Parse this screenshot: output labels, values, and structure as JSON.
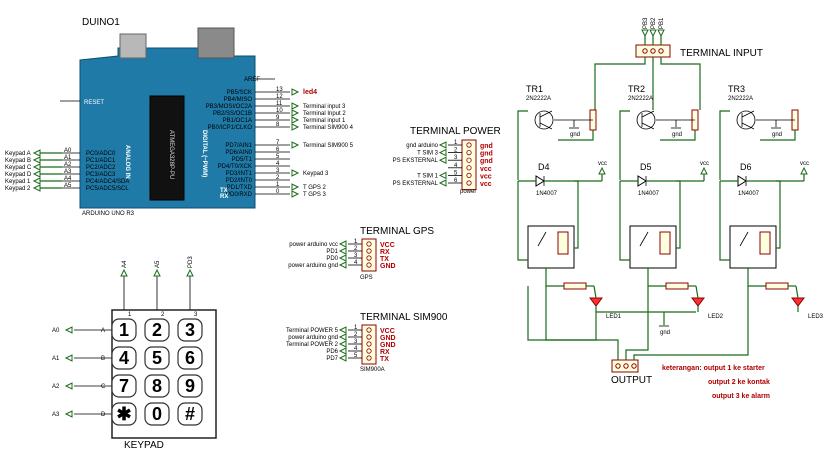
{
  "arduino": {
    "name": "DUINO1",
    "model": "ARDUINO UNO R3",
    "aref": "AREF",
    "reset": "RESET",
    "analog_header": "ANALOG IN",
    "digital_header": "DIGITAL (~PWM)",
    "chip_label": "ATMEGA328P-PU",
    "analog_pins": [
      "PC0/ADC0",
      "PC1/ADC1",
      "PC2/ADC2",
      "PC3/ADC3",
      "PC4/ADC4/SDA",
      "PC5/ADC5/SCL"
    ],
    "analog_nums": [
      "A0",
      "A1",
      "A2",
      "A3",
      "A4",
      "A5"
    ],
    "analog_nets": [
      "Keypad A",
      "Keypad B",
      "Keypad C",
      "Keypad D",
      "Keypad 1",
      "Keypad 2"
    ],
    "digital_pins": [
      "PB5/SCK",
      "PB4/MISO",
      "PB3/MOSI/OC2A",
      "PB2/SS/OC1B",
      "PB1/OC1A",
      "PB0/ICP1/CLKO",
      "PD7/AIN1",
      "PD6/AIN0",
      "PD5/T1",
      "PD4/T0/XCK",
      "PD3/INT1",
      "PD2/INT0",
      "PD1/TXD",
      "PD0/RXD"
    ],
    "digital_nums": [
      "13",
      "12",
      "11",
      "10",
      "9",
      "8",
      "7",
      "6",
      "5",
      "4",
      "3",
      "2",
      "1",
      "0"
    ],
    "digital_nets": [
      "led4",
      "",
      "Terminal input 3",
      "Terminal Input 2",
      "Terminal input 1",
      "Terminal SIM900 4",
      "Terminal SIM900 5",
      "",
      "",
      "",
      "Keypad 3",
      "",
      "T GPS 2",
      "T GPS 3"
    ],
    "tx": "TX",
    "rx": "RX"
  },
  "terminal_power": {
    "title": "TERMINAL POWER",
    "part": "power",
    "left_nets": [
      "gnd arduino",
      "T SIM 3",
      "PS EKSTERNAL",
      "",
      "T SIM 1",
      "PS EKSTERNAL"
    ],
    "pin_nums": [
      "1",
      "2",
      "3",
      "4",
      "5",
      "6"
    ],
    "right_labels": [
      "gnd",
      "gnd",
      "gnd",
      "vcc",
      "vcc",
      "vcc"
    ]
  },
  "terminal_gps": {
    "title": "TERMINAL GPS",
    "part": "GPS",
    "left_nets": [
      "power arduino vcc",
      "PD1",
      "PD0",
      "power arduino gnd"
    ],
    "pin_nums": [
      "1",
      "2",
      "3",
      "4"
    ],
    "right_labels": [
      "VCC",
      "RX",
      "TX",
      "GND"
    ]
  },
  "terminal_sim": {
    "title": "TERMINAL SIM900",
    "part": "SIM900A",
    "left_nets": [
      "Terminal POWER 5",
      "power arduino gnd",
      "Terminal POWER 2",
      "PD6",
      "PD7"
    ],
    "pin_nums": [
      "1",
      "2",
      "3",
      "4",
      "5"
    ],
    "right_labels": [
      "VCC",
      "GND",
      "GND",
      "RX",
      "TX"
    ]
  },
  "keypad": {
    "title": "KEYPAD",
    "col_nets": [
      "A4",
      "A5",
      "PD3"
    ],
    "col_nums": [
      "1",
      "2",
      "3"
    ],
    "row_nets": [
      "A0",
      "A1",
      "A2",
      "A3"
    ],
    "row_letters": [
      "A",
      "B",
      "C",
      "D"
    ],
    "keys": [
      "1",
      "2",
      "3",
      "4",
      "5",
      "6",
      "7",
      "8",
      "9",
      "✱",
      "0",
      "#"
    ]
  },
  "terminal_input": {
    "title": "TERMINAL INPUT",
    "nets": [
      "PB3",
      "PB2",
      "PB1"
    ]
  },
  "transistors": [
    {
      "name": "TR1",
      "part": "2N2222A"
    },
    {
      "name": "TR2",
      "part": "2N2222A"
    },
    {
      "name": "TR3",
      "part": "2N2222A"
    }
  ],
  "diodes": [
    {
      "name": "D4",
      "part": "1N4007"
    },
    {
      "name": "D5",
      "part": "1N4007"
    },
    {
      "name": "D6",
      "part": "1N4007"
    }
  ],
  "leds": [
    "LED1",
    "LED2",
    "LED3"
  ],
  "net_gnd": "gnd",
  "net_vcc": "vcc",
  "output": {
    "title": "OUTPUT"
  },
  "notes": [
    "keterangan: output 1 ke starter",
    "output 2 ke kontak",
    "output 3 ke alarm"
  ]
}
